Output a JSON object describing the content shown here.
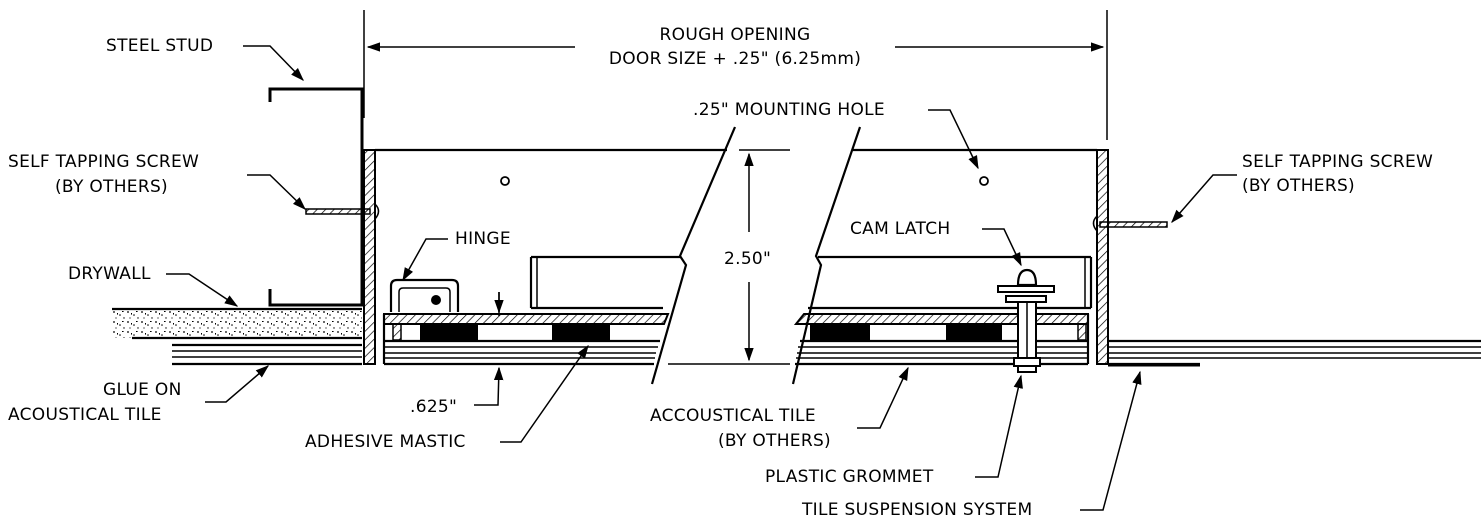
{
  "labels": {
    "rough_opening_l1": "ROUGH OPENING",
    "rough_opening_l2": "DOOR SIZE + .25\" (6.25mm)",
    "steel_stud": "STEEL STUD",
    "mounting_hole": ".25\" MOUNTING HOLE",
    "screw_left_l1": "SELF TAPPING SCREW",
    "screw_left_l2": "(BY OTHERS)",
    "screw_right_l1": "SELF TAPPING SCREW",
    "screw_right_l2": "(BY OTHERS)",
    "hinge": "HINGE",
    "cam_latch": "CAM LATCH",
    "height_dim": "2.50\"",
    "drywall": "DRYWALL",
    "glue_l1": "GLUE ON",
    "glue_l2": "ACOUSTICAL TILE",
    "thickness_dim": ".625\"",
    "adhesive_mastic": "ADHESIVE MASTIC",
    "tile_l1": "ACCOUSTICAL  TILE",
    "tile_l2": "(BY OTHERS)",
    "plastic_grommet": "PLASTIC GROMMET",
    "tile_suspension": "TILE SUSPENSION SYSTEM"
  }
}
